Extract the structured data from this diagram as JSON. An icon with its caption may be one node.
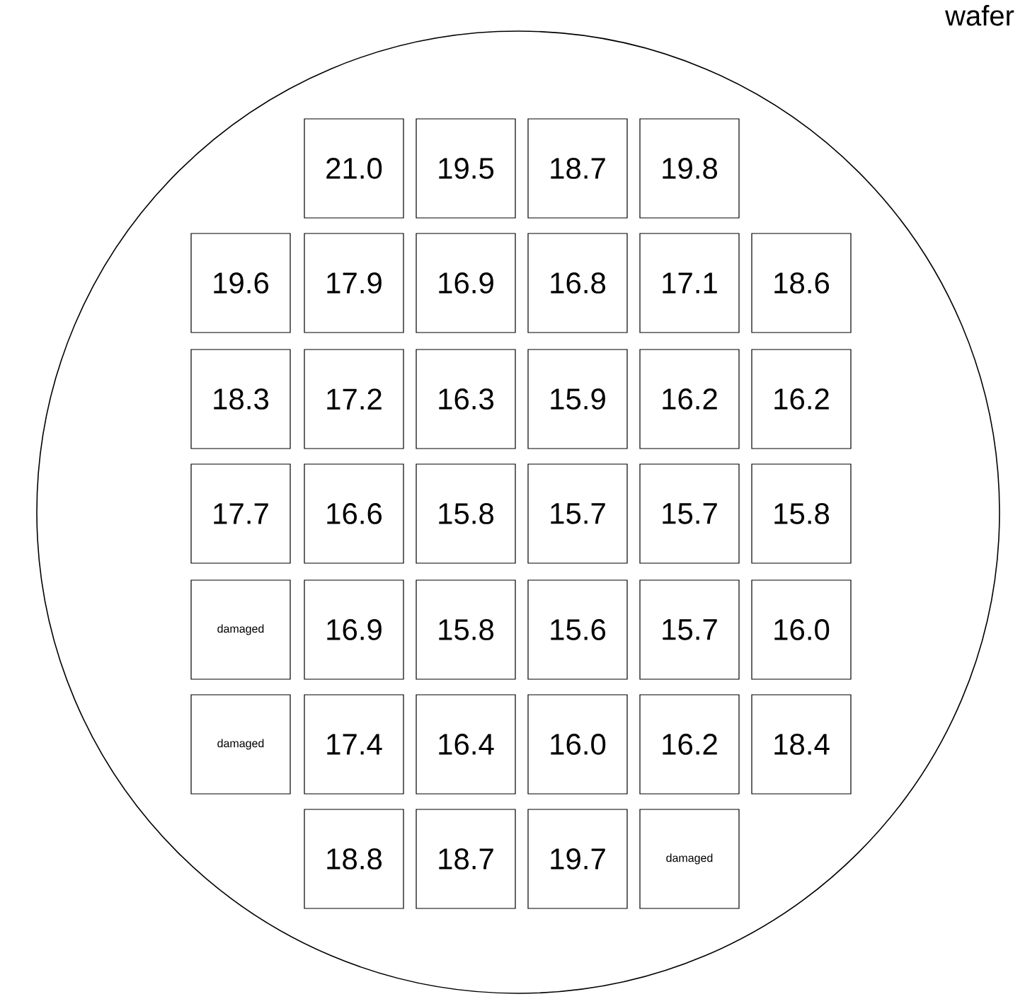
{
  "diagram": {
    "nodes": [
      {
        "text": [],
        "shape": "circle",
        "beside": [
          "wafer"
        ]
      },
      {
        "text": [
          "21.0"
        ],
        "in": 0
      },
      {
        "text": [
          "19.5"
        ],
        "in": 0
      },
      {
        "text": [
          "18.7"
        ],
        "in": 0
      },
      {
        "text": [
          "19.8"
        ],
        "in": 0
      },
      {
        "text": [
          "19.6"
        ],
        "in": 0
      },
      {
        "text": [
          "17.9"
        ],
        "in": 0
      },
      {
        "text": [
          "16.9"
        ],
        "in": 0
      },
      {
        "text": [
          "16.8"
        ],
        "in": 0
      },
      {
        "text": [
          "17.1"
        ],
        "in": 0
      },
      {
        "text": [
          "18.6"
        ],
        "in": 0
      },
      {
        "text": [
          "18.3"
        ],
        "in": 0
      },
      {
        "text": [
          "17.2"
        ],
        "in": 0
      },
      {
        "text": [
          "16.3"
        ],
        "in": 0
      },
      {
        "text": [
          "15.9"
        ],
        "in": 0
      },
      {
        "text": [
          "16.2"
        ],
        "in": 0
      },
      {
        "text": [
          "16.2"
        ],
        "in": 0
      },
      {
        "text": [
          "17.7"
        ],
        "in": 0
      },
      {
        "text": [
          "16.6"
        ],
        "in": 0
      },
      {
        "text": [
          "15.8"
        ],
        "in": 0
      },
      {
        "text": [
          "15.7"
        ],
        "in": 0
      },
      {
        "text": [
          "15.7"
        ],
        "in": 0
      },
      {
        "text": [
          "15.8"
        ],
        "in": 0
      },
      {
        "text": [
          "damaged"
        ],
        "in": 0
      },
      {
        "text": [
          "16.9"
        ],
        "in": 0
      },
      {
        "text": [
          "15.8"
        ],
        "in": 0
      },
      {
        "text": [
          "15.6"
        ],
        "in": 0
      },
      {
        "text": [
          "15.7"
        ],
        "in": 0
      },
      {
        "text": [
          "16.0"
        ],
        "in": 0
      },
      {
        "text": [
          "damaged"
        ],
        "in": 0
      },
      {
        "text": [
          "17.4"
        ],
        "in": 0
      },
      {
        "text": [
          "16.4"
        ],
        "in": 0
      },
      {
        "text": [
          "16.0"
        ],
        "in": 0
      },
      {
        "text": [
          "16.2"
        ],
        "in": 0
      },
      {
        "text": [
          "18.4"
        ],
        "in": 0
      },
      {
        "text": [
          "18.8"
        ],
        "in": 0
      },
      {
        "text": [
          "18.7"
        ],
        "in": 0
      },
      {
        "text": [
          "19.7"
        ],
        "in": 0
      },
      {
        "text": [
          "damaged"
        ],
        "in": 0
      }
    ]
  }
}
